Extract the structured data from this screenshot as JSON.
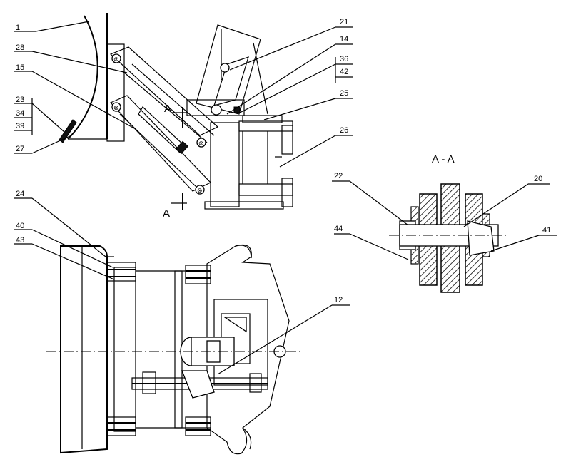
{
  "drawing": {
    "section_label": "A - A",
    "cut_mark_upper": "A",
    "cut_mark_lower": "A"
  },
  "callouts": {
    "c1": "1",
    "c28": "28",
    "c15": "15",
    "c23": "23",
    "c34": "34",
    "c39": "39",
    "c27": "27",
    "c21": "21",
    "c14": "14",
    "c36": "36",
    "c42": "42",
    "c25": "25",
    "c26": "26",
    "c22": "22",
    "c20": "20",
    "c44": "44",
    "c41": "41",
    "c24": "24",
    "c40": "40",
    "c43": "43",
    "c12": "12"
  }
}
